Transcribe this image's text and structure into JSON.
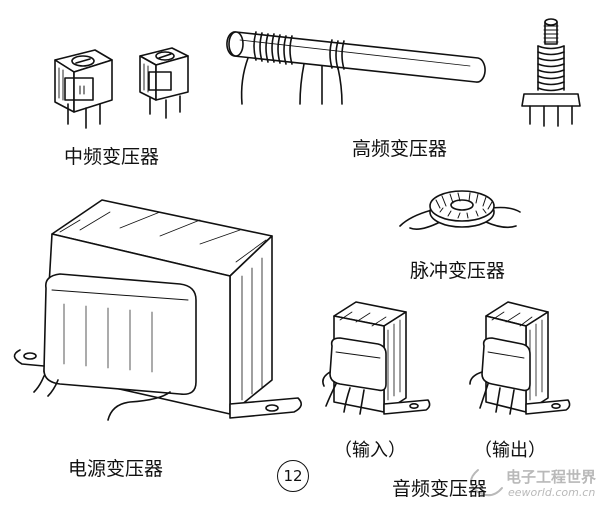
{
  "labels": {
    "if_transformer": "中频变压器",
    "hf_transformer": "高频变压器",
    "pulse_transformer": "脉冲变压器",
    "power_transformer": "电源变压器",
    "audio_transformer": "音频变压器",
    "audio_input": "（输入）",
    "audio_output": "（输出）"
  },
  "figure_number": "12",
  "watermark": {
    "cn": "电子工程世界",
    "en": "eeworld.com.cn"
  },
  "colors": {
    "ink": "#111111",
    "paper": "#ffffff",
    "watermark": "#b9b9b9"
  }
}
